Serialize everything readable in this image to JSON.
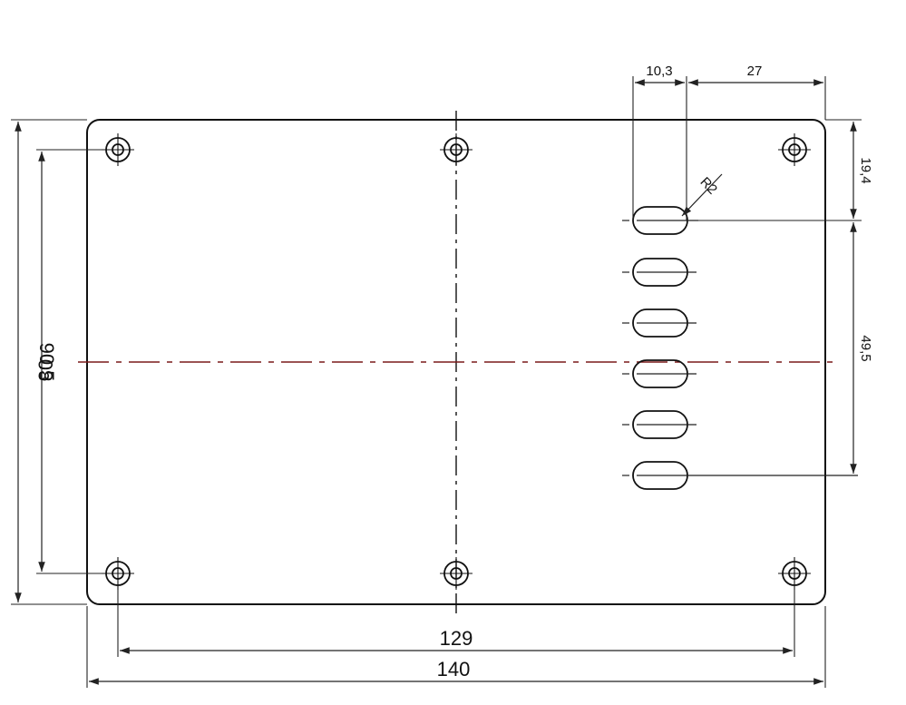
{
  "dimensions": {
    "overall_height": "90.5",
    "hole_spacing_vertical": "80",
    "hole_spacing_horizontal": "129",
    "overall_width": "140",
    "slot_offset_x": "10,3",
    "slot_edge_distance": "27",
    "slot_top_offset": "19,4",
    "slot_span": "49,5",
    "slot_radius": "R2"
  },
  "features": {
    "mounting_hole_count": 6,
    "slot_count": 6
  }
}
